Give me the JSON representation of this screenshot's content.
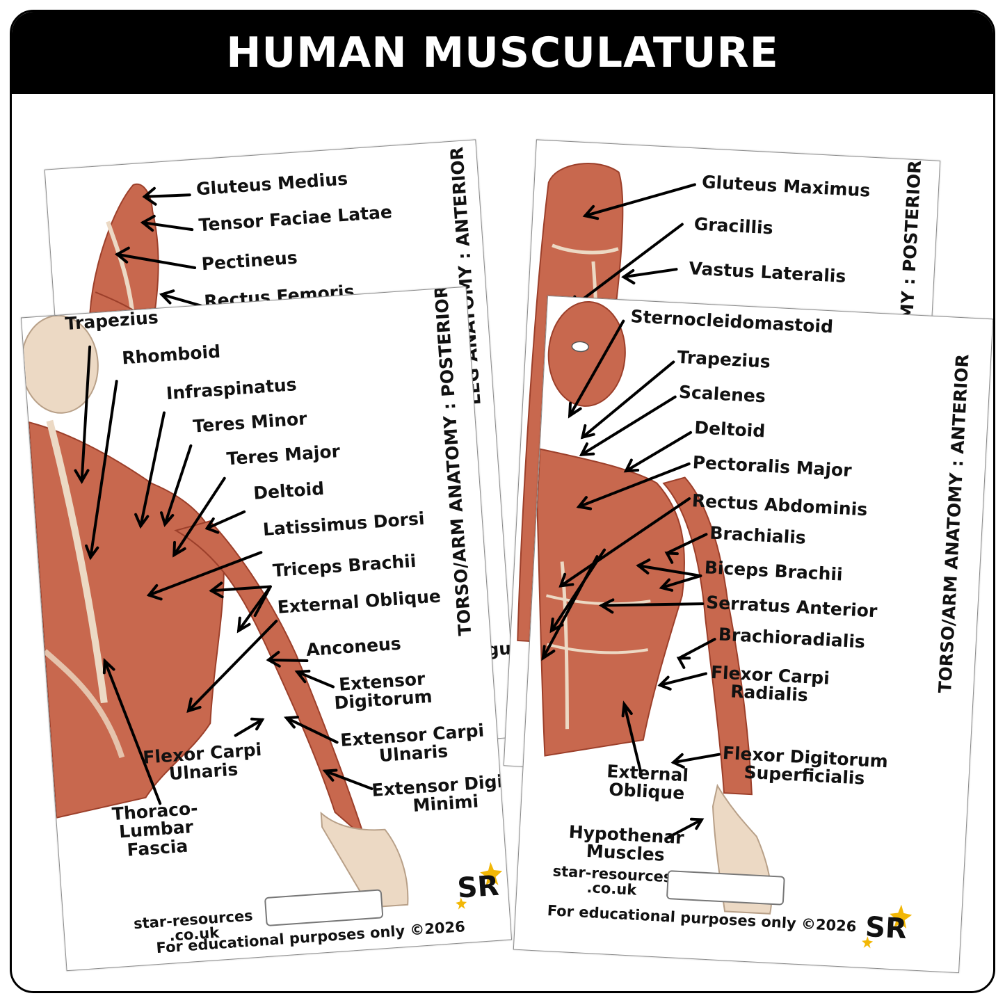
{
  "title": "HUMAN MUSCULATURE",
  "footer": {
    "site": "star-resources\n.co.uk",
    "note": "For educational purposes only ©2026",
    "logo_text": "SR"
  },
  "cards": {
    "leg_anterior": {
      "title": "LEG ANATOMY : ANTERIOR",
      "labels": [
        "Gluteus Medius",
        "Tensor Faciae Latae",
        "Pectineus",
        "Rectus Femoris"
      ],
      "hidden_fragment": "gus"
    },
    "leg_posterior": {
      "title": "LEG ANATOMY : POSTERIOR",
      "labels": [
        "Gluteus Maximus",
        "Gracillis",
        "Vastus Lateralis"
      ]
    },
    "torso_posterior": {
      "title": "TORSO/ARM ANATOMY : POSTERIOR",
      "labels": [
        "Trapezius",
        "Rhomboid",
        "Infraspinatus",
        "Teres Minor",
        "Teres Major",
        "Deltoid",
        "Latissimus Dorsi",
        "Triceps Brachii",
        "External Oblique",
        "Anconeus",
        "Extensor\nDigitorum",
        "Extensor Carpi\nUlnaris",
        "Extensor Digiti\nMinimi",
        "Flexor Carpi\nUlnaris",
        "Thoraco-\nLumbar\nFascia"
      ]
    },
    "torso_anterior": {
      "title": "TORSO/ARM ANATOMY : ANTERIOR",
      "labels": [
        "Sternocleidomastoid",
        "Trapezius",
        "Scalenes",
        "Deltoid",
        "Pectoralis Major",
        "Rectus Abdominis",
        "Brachialis",
        "Biceps Brachii",
        "Serratus Anterior",
        "Brachioradialis",
        "Flexor Carpi\nRadialis",
        "Flexor Digitorum\nSuperficialis",
        "External\nOblique",
        "Hypothenar\nMuscles"
      ]
    }
  },
  "colors": {
    "banner": "#000000",
    "muscle": "#c8684e",
    "muscle_dark": "#9c3f2a",
    "tendon": "#ecd9c4",
    "star": "#f2b705"
  }
}
